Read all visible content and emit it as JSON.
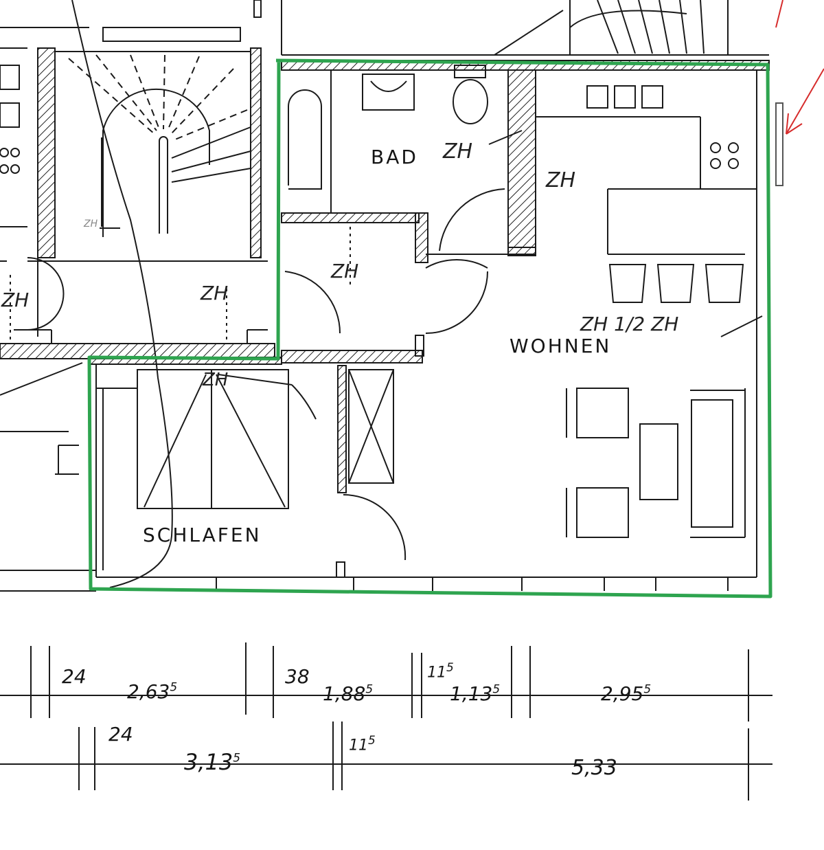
{
  "plan": {
    "outline_color": "#2ea44f",
    "rooms": [
      {
        "id": "bad",
        "label": "BAD"
      },
      {
        "id": "wohnen",
        "label": "WOHNEN"
      },
      {
        "id": "schlafen",
        "label": "SCHLAFEN"
      }
    ],
    "annotations": [
      {
        "id": "a1",
        "text": "ZH"
      },
      {
        "id": "a2",
        "text": "ZH"
      },
      {
        "id": "a3",
        "text": "ZH"
      },
      {
        "id": "a4",
        "text": "ZH"
      },
      {
        "id": "a5",
        "text": "ZH"
      },
      {
        "id": "a6",
        "text": "ZH"
      },
      {
        "id": "a7",
        "text": "ZH"
      },
      {
        "id": "a8",
        "text": "ZH 1/2 ZH"
      }
    ],
    "dimensions": {
      "row1": [
        {
          "id": "d1",
          "base": "24",
          "sup": ""
        },
        {
          "id": "d2",
          "base": "2,63",
          "sup": "5"
        },
        {
          "id": "d3",
          "base": "38",
          "sup": ""
        },
        {
          "id": "d4",
          "base": "1,88",
          "sup": "5"
        },
        {
          "id": "d5",
          "base": "11",
          "sup": "5"
        },
        {
          "id": "d6",
          "base": "1,13",
          "sup": "5"
        },
        {
          "id": "d7",
          "base": "2,95",
          "sup": "5"
        }
      ],
      "row2": [
        {
          "id": "e1",
          "base": "24",
          "sup": ""
        },
        {
          "id": "e2",
          "base": "3,13",
          "sup": "5"
        },
        {
          "id": "e3",
          "base": "11",
          "sup": "5"
        },
        {
          "id": "e4",
          "base": "5,33",
          "sup": ""
        }
      ]
    }
  }
}
